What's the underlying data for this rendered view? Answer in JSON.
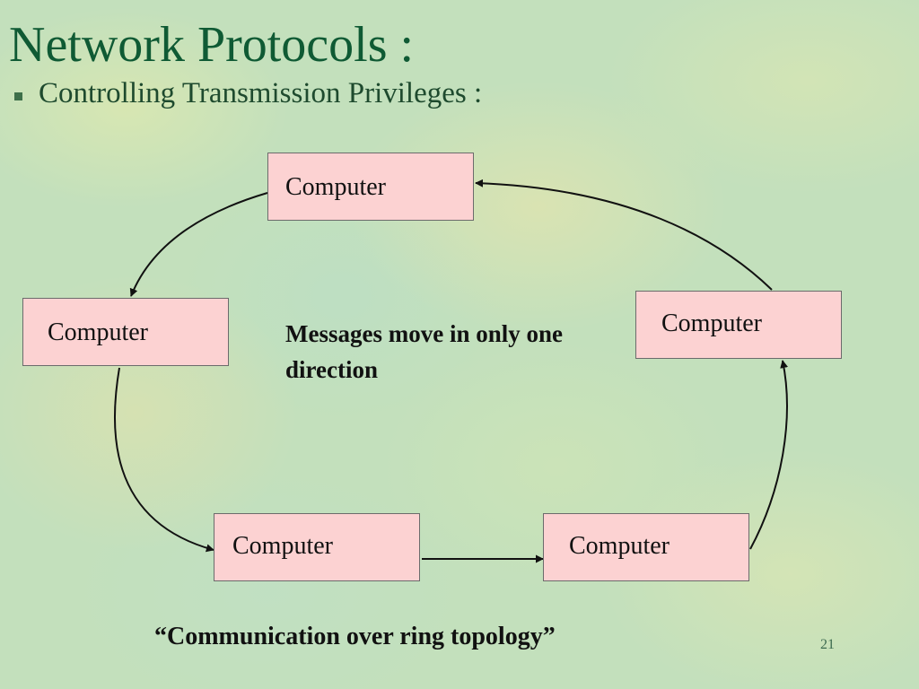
{
  "slide": {
    "title": "Network Protocols :",
    "bullet": "Controlling Transmission Privileges :",
    "note": "Messages move in only one direction",
    "caption": "“Communication over ring topology”",
    "page_number": "21"
  },
  "nodes": [
    {
      "id": "top",
      "label": "Computer"
    },
    {
      "id": "left",
      "label": "Computer"
    },
    {
      "id": "right",
      "label": "Computer"
    },
    {
      "id": "bottom-left",
      "label": "Computer"
    },
    {
      "id": "bottom-right",
      "label": "Computer"
    }
  ],
  "edges": [
    {
      "from": "top",
      "to": "left"
    },
    {
      "from": "left",
      "to": "bottom-left"
    },
    {
      "from": "bottom-left",
      "to": "bottom-right"
    },
    {
      "from": "bottom-right",
      "to": "right"
    },
    {
      "from": "right",
      "to": "top"
    }
  ],
  "colors": {
    "title": "#0f5a34",
    "node_fill": "#fcd2d2",
    "arrow": "#111111"
  }
}
